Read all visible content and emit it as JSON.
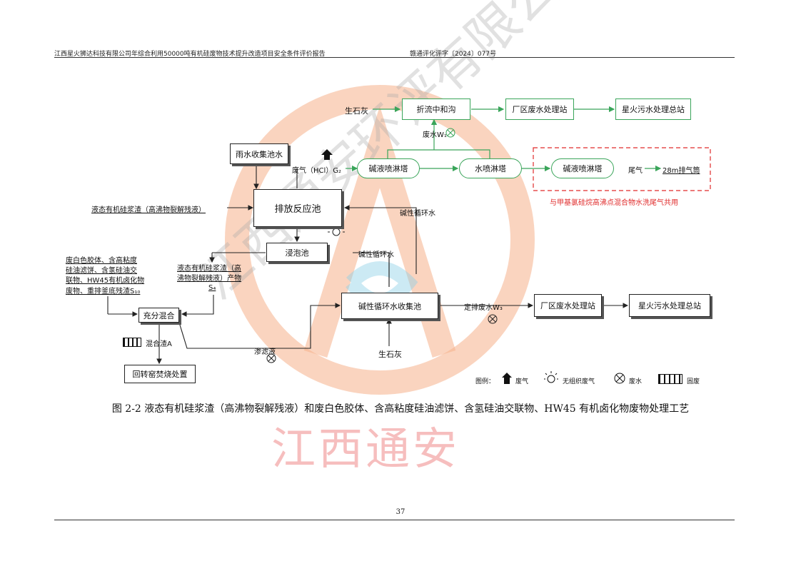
{
  "header": {
    "left": "江西星火狮达科技有限公司年综合利用50000吨有机硅废物技术提升改造项目安全条件评价报告",
    "right": "赣通评化评字〔2024〕077号"
  },
  "diagram": {
    "limestone_top": "生石灰",
    "neutralization_ditch": "折流中和沟",
    "plant_wwtp_1": "厂区废水处理站",
    "xinghuo_wwtp_1": "星火污水处理总站",
    "wastewater_w1": "废水W₁",
    "rain_tank": "雨水收集池水",
    "waste_gas_g2": "废气（HCl）G₂",
    "alkali_tower_1": "碱液喷淋塔",
    "water_tower": "水喷淋塔",
    "alkali_tower_2": "碱液喷淋塔",
    "tail_gas": "尾气",
    "stack": "28m排气筒",
    "shared_note": "与甲基氯硅烷高沸点混合物水洗尾气共用",
    "liquid_slurry": "液态有机硅浆渣（高沸物裂解残液）",
    "discharge_tank": "排放反应池",
    "alkali_circ_1": "碱性循环水",
    "soak_tank": "浸泡池",
    "alkali_circ_2": "碱性循环水",
    "solid_waste_input": [
      "废白色胶体、含高粘度",
      "硅油滤饼、含氢硅油交",
      "联物、HW45有机卤化物",
      "废物、重排釜底残渣S₁₀"
    ],
    "slurry_product": [
      "液态有机硅浆渣（高",
      "沸物裂解残液）产物",
      "S₄"
    ],
    "mixing": "充分混合",
    "mixed_residue": "混合渣A",
    "rotary_kiln": "回转窑焚烧处置",
    "alkali_water_tank": "碱性循环水收集池",
    "limestone_bottom": "生石灰",
    "filtrate": "渗滤液",
    "periodic_discharge": "定排废水W₃",
    "plant_wwtp_2": "厂区废水处理站",
    "xinghuo_wwtp_2": "星火污水处理总站"
  },
  "legend": {
    "title": "图例：",
    "waste_gas": "废气",
    "fugitive_gas": "无组织废气",
    "wastewater": "废水",
    "solid_waste": "固废"
  },
  "caption": "图 2-2 液态有机硅浆渣（高沸物裂解残液）和废白色胶体、含高粘度硅油滤饼、含氢硅油交联物、HW45 有机卤化物废物处理工艺",
  "watermark": {
    "diagonal": "江西通安环评有限公司",
    "main": "江西通安"
  },
  "footer": {
    "page_number": "37"
  },
  "colors": {
    "green_flow": "#3aa55a",
    "red_note": "#e02b2b",
    "watermark": "#f2a07a"
  }
}
